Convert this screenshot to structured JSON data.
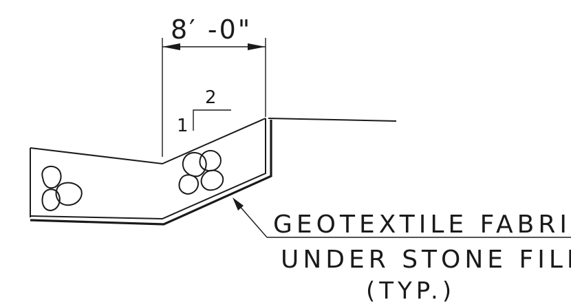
{
  "dimension": {
    "label": "8′ -0\""
  },
  "slope": {
    "rise": "1",
    "run": "2"
  },
  "callout": {
    "line1": "GEOTEXTILE FABRIC",
    "line2": "UNDER STONE FILL",
    "line3": "(TYP.)"
  },
  "colors": {
    "ink": "#1a1a1a",
    "background": "#ffffff"
  }
}
